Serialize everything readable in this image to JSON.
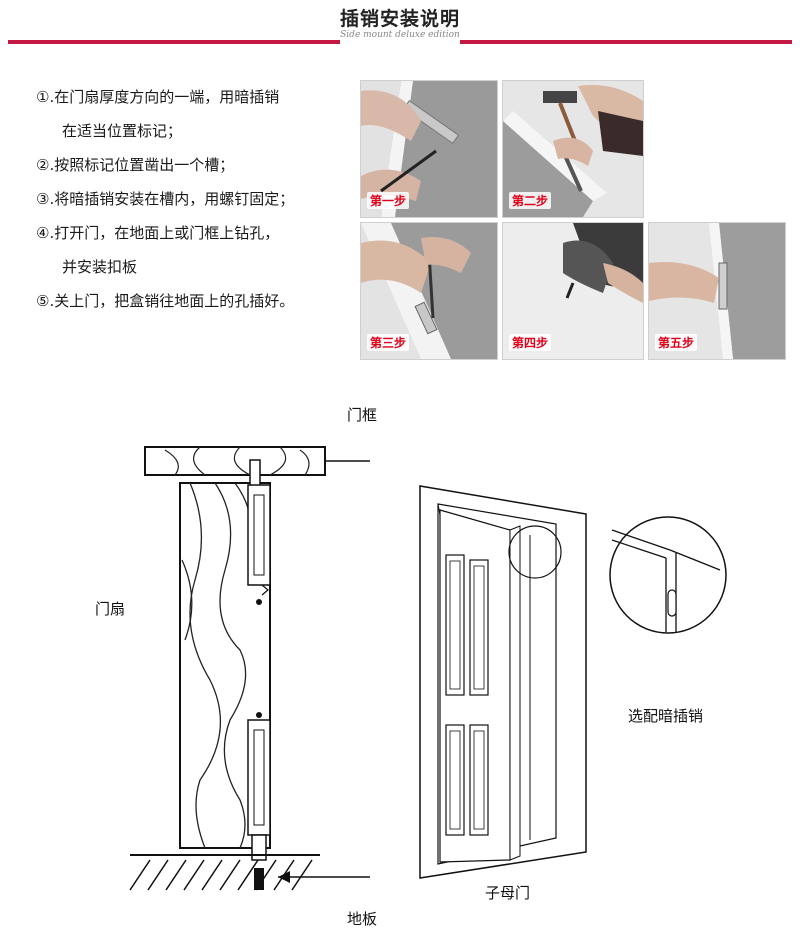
{
  "header": {
    "title": "插销安装说明",
    "subtitle": "Side mount deluxe edition",
    "accent_color": "#c41a45"
  },
  "steps": [
    "①.在门扇厚度方向的一端，用暗插销",
    "在适当位置标记；",
    "②.按照标记位置凿出一个槽；",
    "③.将暗插销安装在槽内，用螺钉固定；",
    "④.打开门，在地面上或门框上钻孔，",
    "并安装扣板",
    "⑤.关上门，把盒销往地面上的孔插好。"
  ],
  "photos": [
    {
      "label": "第一步",
      "icon": "marking-photo"
    },
    {
      "label": "第二步",
      "icon": "chiseling-photo"
    },
    {
      "label": "第三步",
      "icon": "screwing-photo"
    },
    {
      "label": "第四步",
      "icon": "drilling-photo"
    },
    {
      "label": "第五步",
      "icon": "latch-photo"
    }
  ],
  "diagram": {
    "frame_label": "门框",
    "leaf_label": "门扇",
    "floor_label": "地板",
    "double_door_label": "子母门",
    "bolt_label": "选配暗插销"
  }
}
